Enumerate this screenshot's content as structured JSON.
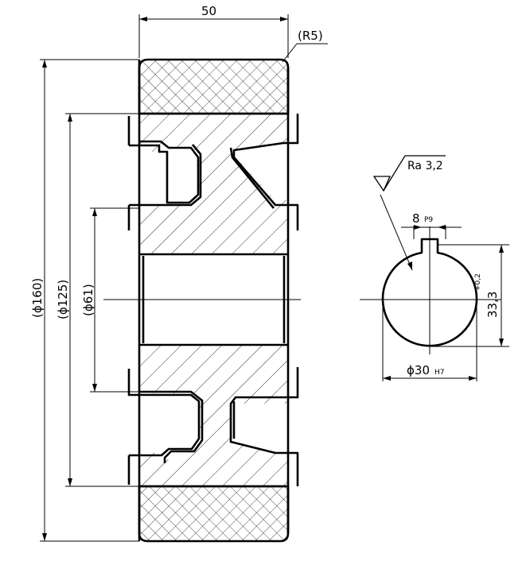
{
  "dimensions": {
    "width_label": "50",
    "radius_label": "(R5)",
    "outer_diameter": "(ϕ160)",
    "rim_diameter": "(ϕ125)",
    "hub_diameter": "(ϕ61)",
    "roughness": "Ra 3,2",
    "keyway_width": "8",
    "keyway_width_tol": "P9",
    "keyway_depth": "33,3",
    "keyway_depth_tol": "+0,2",
    "bore_diameter": "ϕ30",
    "bore_tol": "H7"
  }
}
